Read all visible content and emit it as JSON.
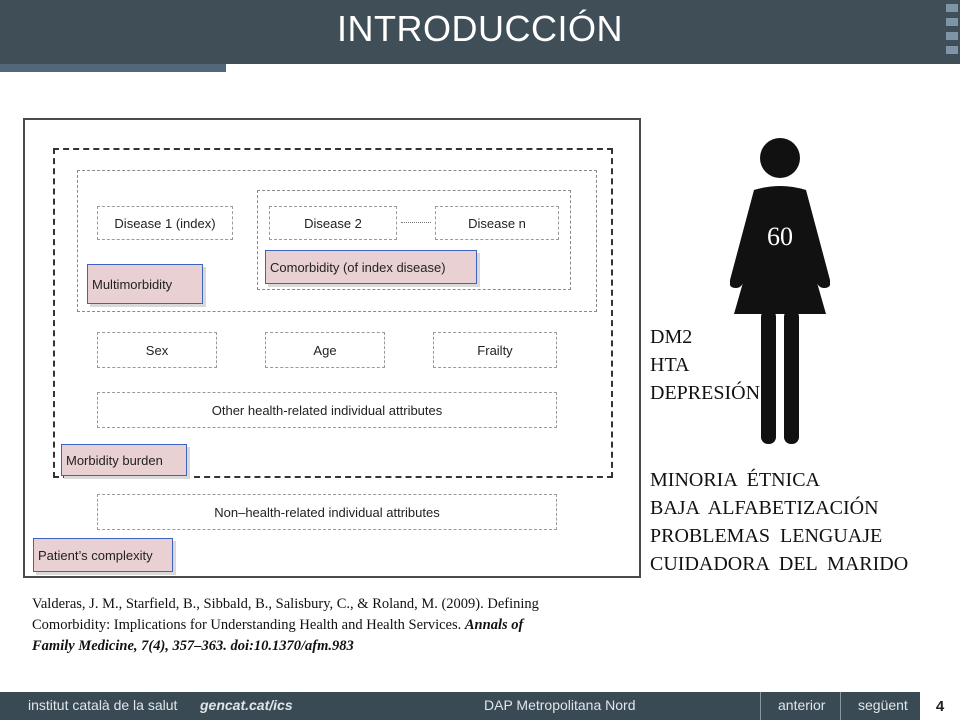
{
  "header": {
    "title": "INTRODUCCIÓN"
  },
  "figure": {
    "disease_index": "Disease 1 (index)",
    "disease_2": "Disease 2",
    "disease_n": "Disease n",
    "comorbidity": "Comorbidity (of index disease)",
    "multimorbidity": "Multimorbidity",
    "sex": "Sex",
    "age": "Age",
    "frailty": "Frailty",
    "other_attributes": "Other health-related individual attributes",
    "morbidity_burden": "Morbidity burden",
    "non_health_attributes": "Non–health-related individual attributes",
    "patient_complexity": "Patient’s complexity"
  },
  "patient": {
    "icon": "woman-icon",
    "age": "60",
    "conditions": [
      "DM2",
      "HTA",
      "DEPRESIÓN"
    ],
    "social_factors": [
      "MINORIA  ÉTNICA",
      "BAJA  ALFABETIZACIÓN",
      "PROBLEMAS  LENGUAJE",
      "CUIDADORA  DEL  MARIDO"
    ]
  },
  "citation": {
    "line1": "Valderas, J. M., Starfield, B., Sibbald, B., Salisbury, C., & Roland, M. (2009). Defining",
    "line2a": "Comorbidity: Implications for Understanding Health and Health Services. ",
    "line2b": "Annals of",
    "line3": "Family Medicine, 7(4), 357–363. doi:10.1370/afm.983"
  },
  "footer": {
    "institute": "institut català de la salut",
    "site": "gencat.cat/ics",
    "center": "DAP Metropolitana Nord",
    "prev": "anterior",
    "next": "següent",
    "page": "4"
  }
}
